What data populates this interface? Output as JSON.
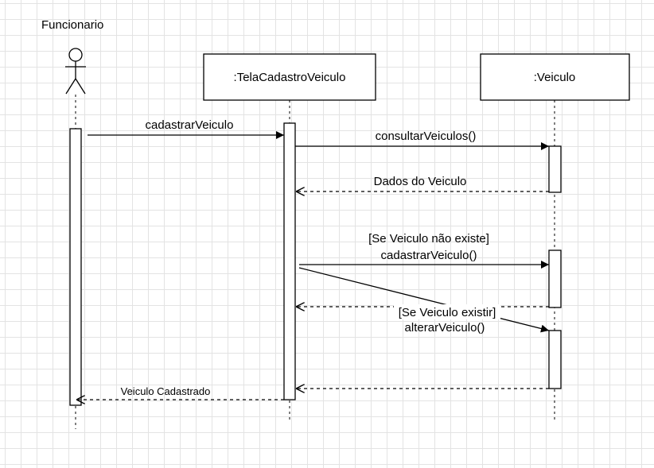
{
  "actor": {
    "name": "Funcionario"
  },
  "participants": [
    {
      "label": ":TelaCadastroVeiculo"
    },
    {
      "label": ":Veiculo"
    }
  ],
  "messages": [
    {
      "text": "cadastrarVeiculo"
    },
    {
      "text": "consultarVeiculos()"
    },
    {
      "text": "Dados do Veiculo"
    },
    {
      "guard": "[Se Veiculo não existe]",
      "text": "cadastrarVeiculo()"
    },
    {
      "guard": "[Se Veiculo existir]",
      "text": "alterarVeiculo()"
    },
    {
      "text": "Veiculo Cadastrado"
    }
  ]
}
